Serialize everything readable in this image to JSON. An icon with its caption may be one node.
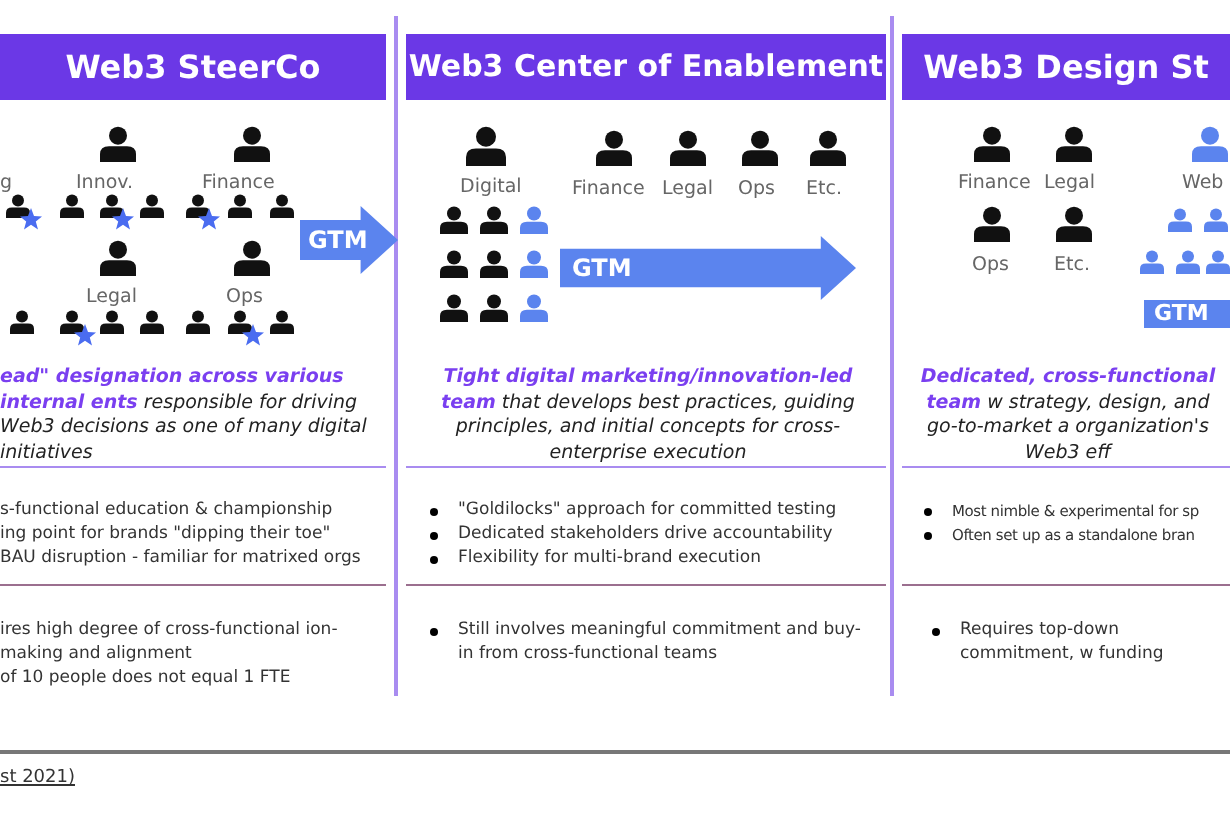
{
  "diagram": {
    "nodes": [
      {
        "text": [
          "Web3 SteerCo"
        ]
      },
      {
        "text": [
          "Web3 Center of Enablement"
        ]
      },
      {
        "text": [
          "Web3 Design St"
        ]
      },
      {
        "text": [
          "GTM"
        ]
      },
      {
        "text": [
          "GTM"
        ]
      },
      {
        "text": [
          "GTM"
        ]
      }
    ],
    "edges": [],
    "labels": [
      "g",
      "Innov.",
      "Finance",
      "Legal",
      "Ops",
      "**ead\" designation across various internal ents** responsible for driving Web3 decisions as one of many digital initiatives",
      "s-functional education & championship",
      "ing point for brands \"dipping their toe\"",
      "BAU disruption - familiar for matrixed orgs",
      "ires high degree of cross-functional ion-making and alignment",
      "of 10 people does not equal 1 FTE",
      "Digital",
      "Finance",
      "Legal",
      "Ops",
      "Etc.",
      "**Tight digital marketing/innovation-led team** that develops best practices, guiding principles, and initial concepts for cross-enterprise execution",
      "\"Goldilocks\" approach for committed testing",
      "Dedicated stakeholders drive accountability",
      "Flexibility for multi-brand execution",
      "Still involves meaningful commitment and buy-in from cross-functional teams",
      "Finance",
      "Legal",
      "Web",
      "Ops",
      "Etc.",
      "**Dedicated, cross-functional team** w strategy, design, and go-to-market a organization's Web3 eff",
      "Most nimble & experimental for sp",
      "Often set up as a standalone bran",
      "Requires top-down commitment, w funding",
      "st 2021)"
    ]
  }
}
